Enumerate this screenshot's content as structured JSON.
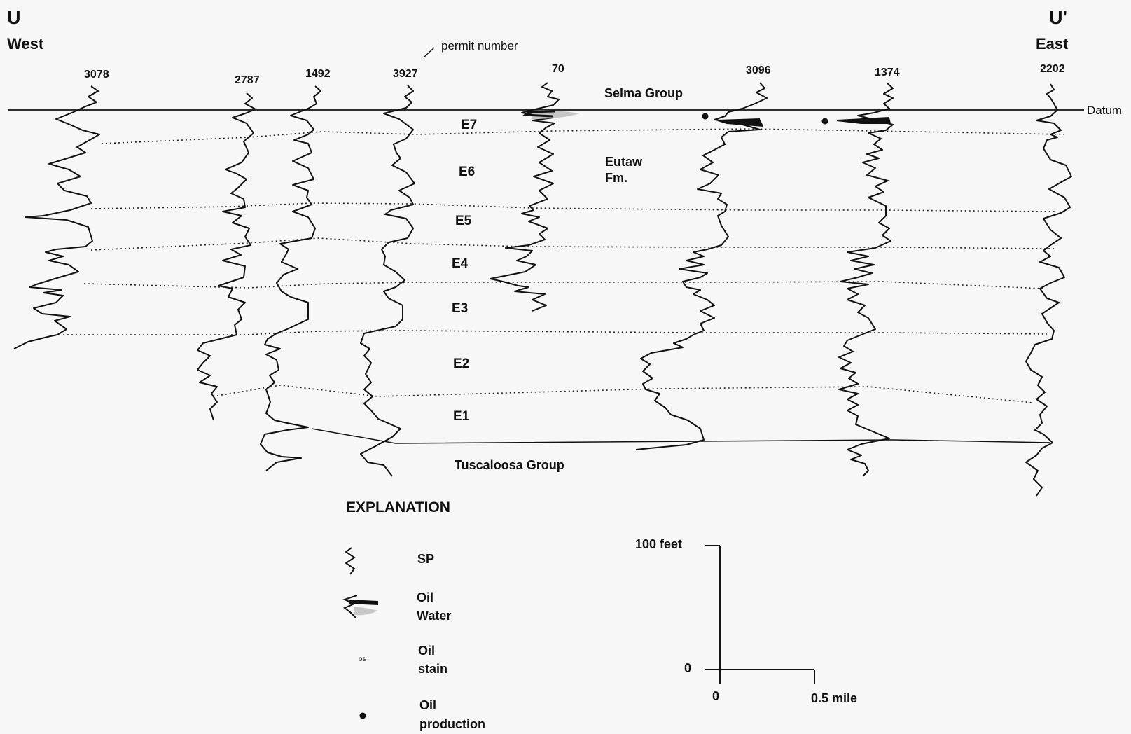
{
  "section": {
    "left_id": "U",
    "right_id": "U'",
    "left_dir": "West",
    "right_dir": "East",
    "datum": "Datum",
    "permit_label": "permit number"
  },
  "wells": [
    {
      "permit": "3078"
    },
    {
      "permit": "2787"
    },
    {
      "permit": "1492"
    },
    {
      "permit": "3927"
    },
    {
      "permit": "70"
    },
    {
      "permit": "3096"
    },
    {
      "permit": "1374"
    },
    {
      "permit": "2202"
    }
  ],
  "units": [
    "E7",
    "E6",
    "E5",
    "E4",
    "E3",
    "E2",
    "E1"
  ],
  "groups": {
    "selma": "Selma Group",
    "eutaw_1": "Eutaw",
    "eutaw_2": "Fm.",
    "tuscaloosa": "Tuscaloosa Group"
  },
  "explanation": {
    "title": "EXPLANATION",
    "sp": "SP",
    "oil": "Oil",
    "water": "Water",
    "oil_stain_1": "Oil",
    "oil_stain_2": "stain",
    "os_symbol": "os",
    "oil_prod_1": "Oil",
    "oil_prod_2": "production"
  },
  "scale": {
    "vertical_top": "100 feet",
    "vertical_zero": "0",
    "horizontal_zero": "0",
    "horizontal_end": "0.5 mile"
  },
  "colors": {
    "ink": "#111111",
    "background": "#f7f7f7",
    "water_fill": "#bdbdbd"
  }
}
